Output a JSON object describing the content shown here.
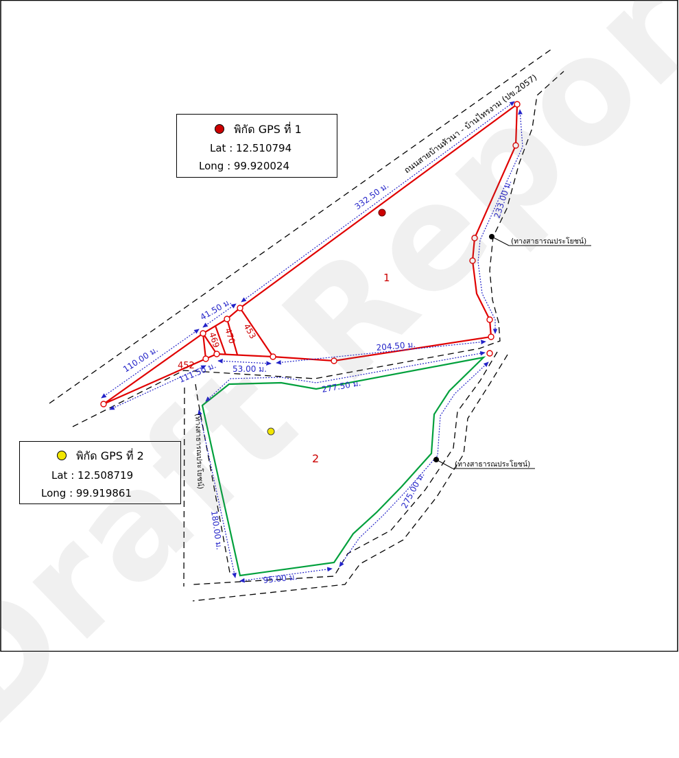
{
  "gps1": {
    "title": "พิกัด  GPS ที่ 1",
    "lat_label": "Lat : ",
    "lat": "12.510794",
    "long_label": "Long : ",
    "long": "99.920024",
    "dot_color": "#cc0000"
  },
  "gps2": {
    "title": "พิกัด  GPS ที่ 2",
    "lat_label": "Lat : ",
    "lat": "12.508719",
    "long_label": "Long : ",
    "long": "99.919861",
    "dot_color": "#f2e600"
  },
  "road_label": "ถนนสายบ้านหัวนา - บ้านไทรงาม (ปข.2057)",
  "public_way_label": "(ทางสาธารณประโยชน์)",
  "public_way_left_label": "(ทางสาธารณประโยชน์)",
  "plots": {
    "plot1": "1",
    "plot2": "2",
    "p452": "452",
    "p469": "469",
    "p470": "470",
    "p453": "453"
  },
  "dims": {
    "d332": "332.50 ม.",
    "d233": "233.00 ม.",
    "d41": "41.50 ม.",
    "d110": "110.00 ม.",
    "d111": "111.50 ม.",
    "d53": "53.00 ม.",
    "d204": "204.50 ม.",
    "d277": "277.50 ม.",
    "d275": "275.00 ม.",
    "d180": "180.00 ม.",
    "d95": "95.00 ม."
  },
  "watermark": "Draft Report",
  "colors": {
    "plot1_line": "#e00000",
    "plot2_line": "#00a03c",
    "dimension": "#2323c8",
    "road": "#000000"
  }
}
